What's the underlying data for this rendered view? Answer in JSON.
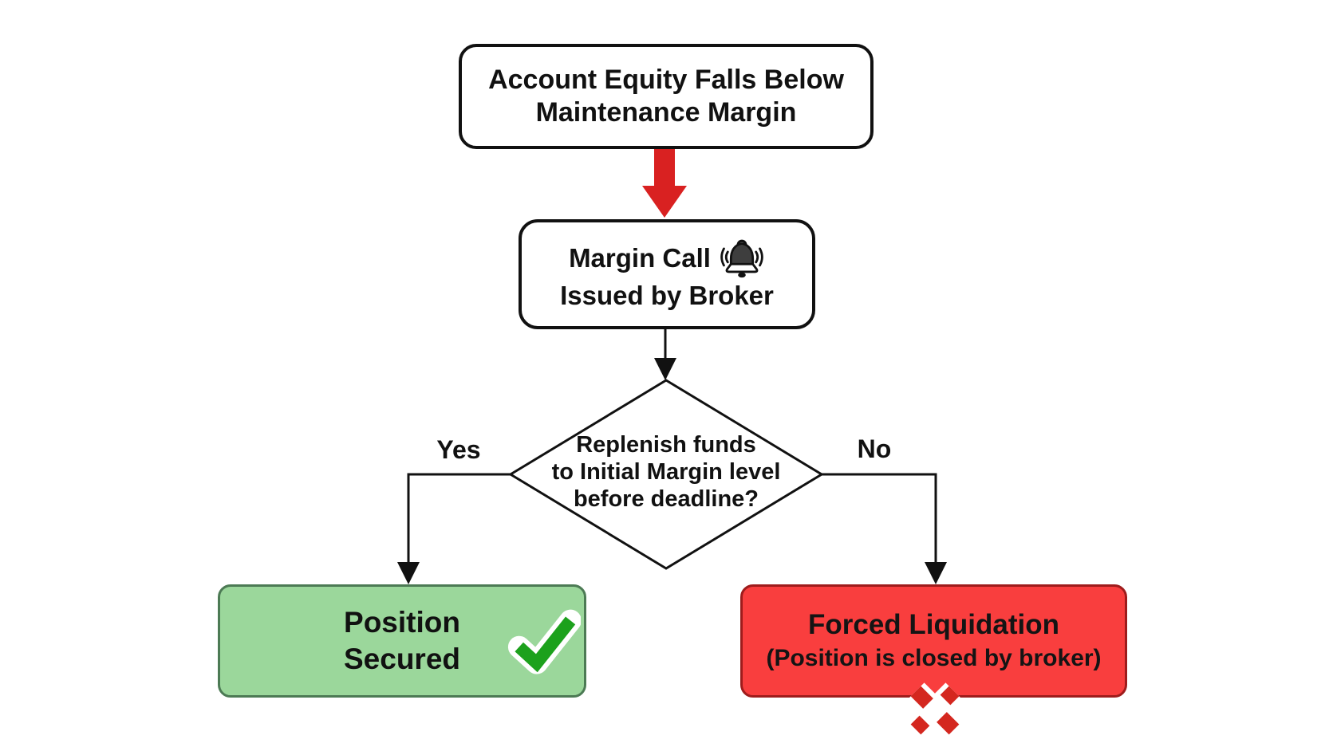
{
  "flowchart": {
    "start_box": {
      "lines": [
        "Account Equity Falls Below",
        "Maintenance Margin"
      ]
    },
    "margin_call_box": {
      "line1": "Margin Call",
      "line2": "Issued by Broker",
      "icon": "bell-icon"
    },
    "decision": {
      "lines": [
        "Replenish funds",
        "to Initial Margin level",
        "before deadline?"
      ]
    },
    "yes_label": "Yes",
    "no_label": "No",
    "secured_box": {
      "lines": [
        "Position",
        "Secured"
      ],
      "icon": "checkmark-icon"
    },
    "liquidation_box": {
      "line1": "Forced Liquidation",
      "line2": "(Position is closed by broker)",
      "icon": "cross-mark-icon"
    },
    "colors": {
      "secured_fill": "#9bd79b",
      "secured_border": "#4c7a54",
      "liquidation_fill": "#f93e3e",
      "liquidation_border": "#9e1c1c",
      "arrow_red": "#d92121",
      "check_green": "#1ca11c",
      "cross_red": "#d4271f",
      "line_black": "#111111"
    }
  }
}
